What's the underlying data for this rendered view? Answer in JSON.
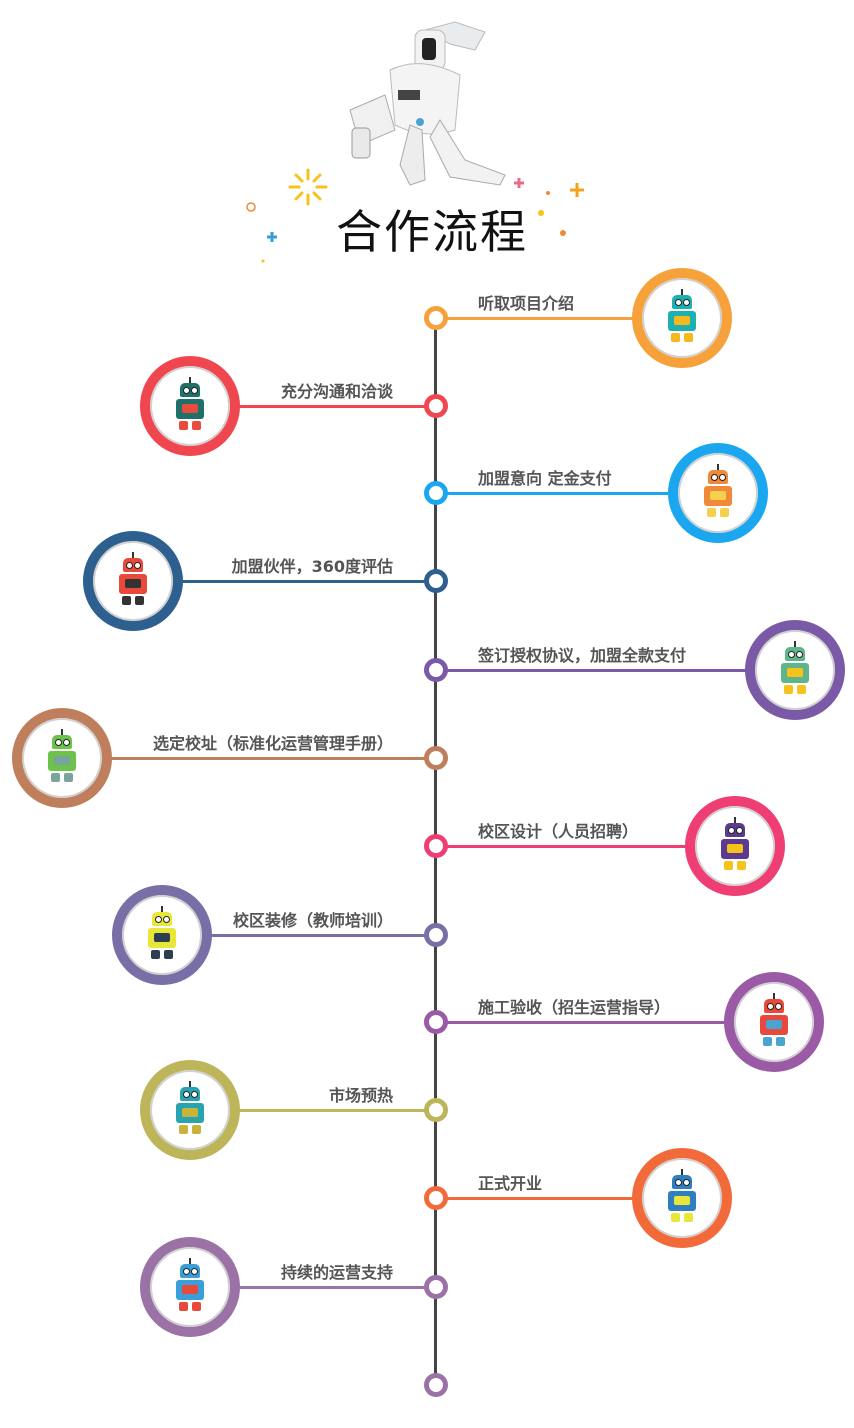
{
  "title": "合作流程",
  "spine_color": "#444444",
  "steps": [
    {
      "label": "听取项目介绍",
      "side": "right",
      "color": "#f7a13a",
      "robot": "teal-robot-icon",
      "bot_color": "#1cb0b0",
      "accent": "#f6b81c"
    },
    {
      "label": "充分沟通和洽谈",
      "side": "left",
      "color": "#f0464f",
      "robot": "green-robot-icon",
      "bot_color": "#1f6f6a",
      "accent": "#e74c3c"
    },
    {
      "label": "加盟意向 定金支付",
      "side": "right",
      "color": "#1aa7f0",
      "robot": "orange-robot-icon",
      "bot_color": "#f08a3a",
      "accent": "#f6d04d"
    },
    {
      "label": "加盟伙伴，360度评估",
      "side": "left",
      "color": "#2d5f8f",
      "robot": "red-robot-icon",
      "bot_color": "#e8493a",
      "accent": "#333333"
    },
    {
      "label": "签订授权协议，加盟全款支付",
      "side": "right",
      "color": "#7a5aa6",
      "robot": "yellow-green-robot-icon",
      "bot_color": "#5fb58a",
      "accent": "#f6c21c"
    },
    {
      "label": "选定校址（标准化运营管理手册）",
      "side": "left",
      "color": "#c07f5c",
      "robot": "green-arms-robot-icon",
      "bot_color": "#6cc24a",
      "accent": "#7aa39a"
    },
    {
      "label": "校区设计（人员招聘）",
      "side": "right",
      "color": "#ef3e74",
      "robot": "purple-robot-icon",
      "bot_color": "#5b3a8f",
      "accent": "#f6c21c"
    },
    {
      "label": "校区装修（教师培训）",
      "side": "left",
      "color": "#7a6ea6",
      "robot": "yellow-robot-icon",
      "bot_color": "#e9e63a",
      "accent": "#2d3e50"
    },
    {
      "label": "施工验收（招生运营指导）",
      "side": "right",
      "color": "#9b5aa6",
      "robot": "heart-robot-icon",
      "bot_color": "#e8493a",
      "accent": "#4aa3d0"
    },
    {
      "label": "市场预热",
      "side": "left",
      "color": "#bdb55a",
      "robot": "teal-yellow-robot-icon",
      "bot_color": "#2aa3b0",
      "accent": "#c9b43a"
    },
    {
      "label": "正式开业",
      "side": "right",
      "color": "#f36a3a",
      "robot": "owl-robot-icon",
      "bot_color": "#2d7fbf",
      "accent": "#e9e63a"
    },
    {
      "label": "持续的运营支持",
      "side": "left",
      "color": "#9b72a6",
      "robot": "blue-robot-icon",
      "bot_color": "#3a9fd8",
      "accent": "#e8493a"
    }
  ],
  "end_color": "#9b72a6"
}
